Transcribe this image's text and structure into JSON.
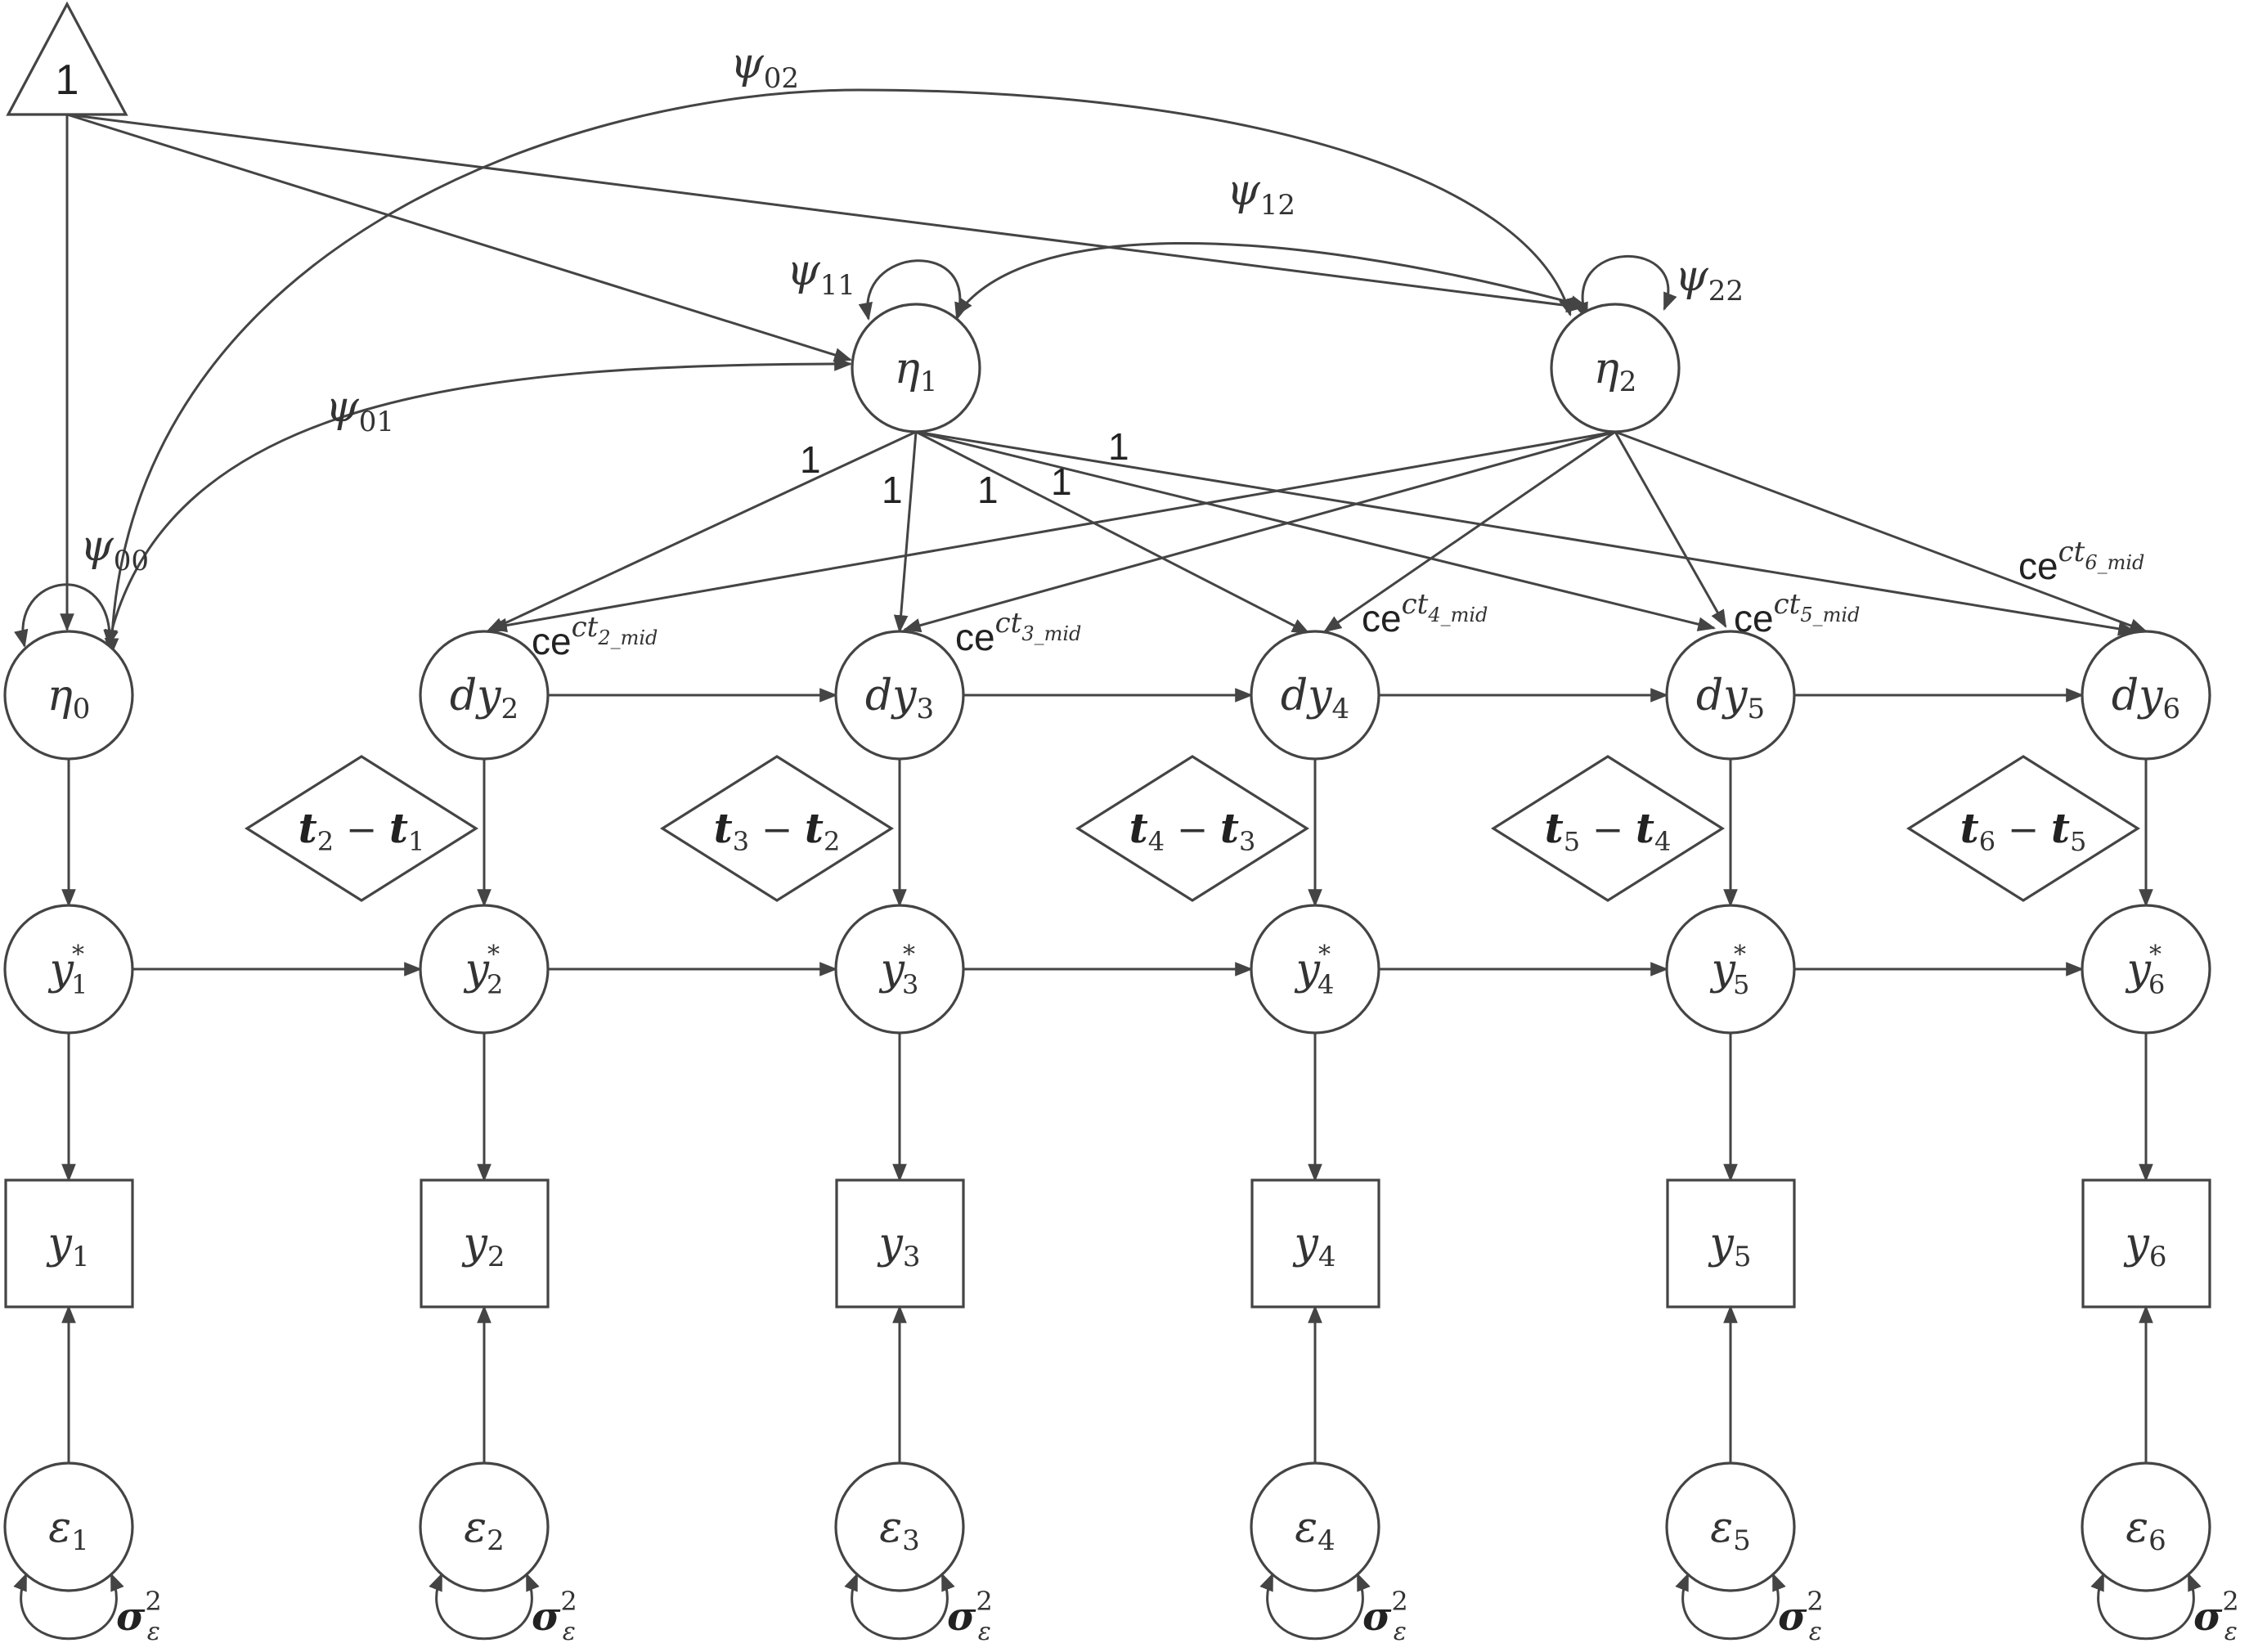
{
  "constant": {
    "label": "1"
  },
  "latents": {
    "eta0": {
      "sym": "η",
      "sub": "0"
    },
    "eta1": {
      "sym": "η",
      "sub": "1"
    },
    "eta2": {
      "sym": "η",
      "sub": "2"
    }
  },
  "covariances": {
    "psi00": {
      "sym": "ψ",
      "sub": "00"
    },
    "psi01": {
      "sym": "ψ",
      "sub": "01"
    },
    "psi02": {
      "sym": "ψ",
      "sub": "02"
    },
    "psi11": {
      "sym": "ψ",
      "sub": "11"
    },
    "psi12": {
      "sym": "ψ",
      "sub": "12"
    },
    "psi22": {
      "sym": "ψ",
      "sub": "22"
    }
  },
  "loadings": {
    "eta1_one": "1",
    "eta2_weights": [
      {
        "pre": "ce",
        "sup": "ct",
        "supsub": "2_mid"
      },
      {
        "pre": "ce",
        "sup": "ct",
        "supsub": "3_mid"
      },
      {
        "pre": "ce",
        "sup": "ct",
        "supsub": "4_mid"
      },
      {
        "pre": "ce",
        "sup": "ct",
        "supsub": "5_mid"
      },
      {
        "pre": "ce",
        "sup": "ct",
        "supsub": "6_mid"
      }
    ]
  },
  "rates": [
    {
      "sym": "dy",
      "sub": "2"
    },
    {
      "sym": "dy",
      "sub": "3"
    },
    {
      "sym": "dy",
      "sub": "4"
    },
    {
      "sym": "dy",
      "sub": "5"
    },
    {
      "sym": "dy",
      "sub": "6"
    }
  ],
  "intervals": [
    {
      "a": "t",
      "asub": "2",
      "op": " − ",
      "b": "t",
      "bsub": "1"
    },
    {
      "a": "t",
      "asub": "3",
      "op": " − ",
      "b": "t",
      "bsub": "2"
    },
    {
      "a": "t",
      "asub": "4",
      "op": " − ",
      "b": "t",
      "bsub": "3"
    },
    {
      "a": "t",
      "asub": "5",
      "op": " − ",
      "b": "t",
      "bsub": "4"
    },
    {
      "a": "t",
      "asub": "6",
      "op": " − ",
      "b": "t",
      "bsub": "5"
    }
  ],
  "true_scores": [
    {
      "sym": "y",
      "sub": "1",
      "sup": "*"
    },
    {
      "sym": "y",
      "sub": "2",
      "sup": "*"
    },
    {
      "sym": "y",
      "sub": "3",
      "sup": "*"
    },
    {
      "sym": "y",
      "sub": "4",
      "sup": "*"
    },
    {
      "sym": "y",
      "sub": "5",
      "sup": "*"
    },
    {
      "sym": "y",
      "sub": "6",
      "sup": "*"
    }
  ],
  "observed": [
    {
      "sym": "y",
      "sub": "1"
    },
    {
      "sym": "y",
      "sub": "2"
    },
    {
      "sym": "y",
      "sub": "3"
    },
    {
      "sym": "y",
      "sub": "4"
    },
    {
      "sym": "y",
      "sub": "5"
    },
    {
      "sym": "y",
      "sub": "6"
    }
  ],
  "errors": [
    {
      "sym": "ε",
      "sub": "1"
    },
    {
      "sym": "ε",
      "sub": "2"
    },
    {
      "sym": "ε",
      "sub": "3"
    },
    {
      "sym": "ε",
      "sub": "4"
    },
    {
      "sym": "ε",
      "sub": "5"
    },
    {
      "sym": "ε",
      "sub": "6"
    }
  ],
  "error_variance": {
    "sym": "σ",
    "sup": "2",
    "sub": "ε"
  }
}
